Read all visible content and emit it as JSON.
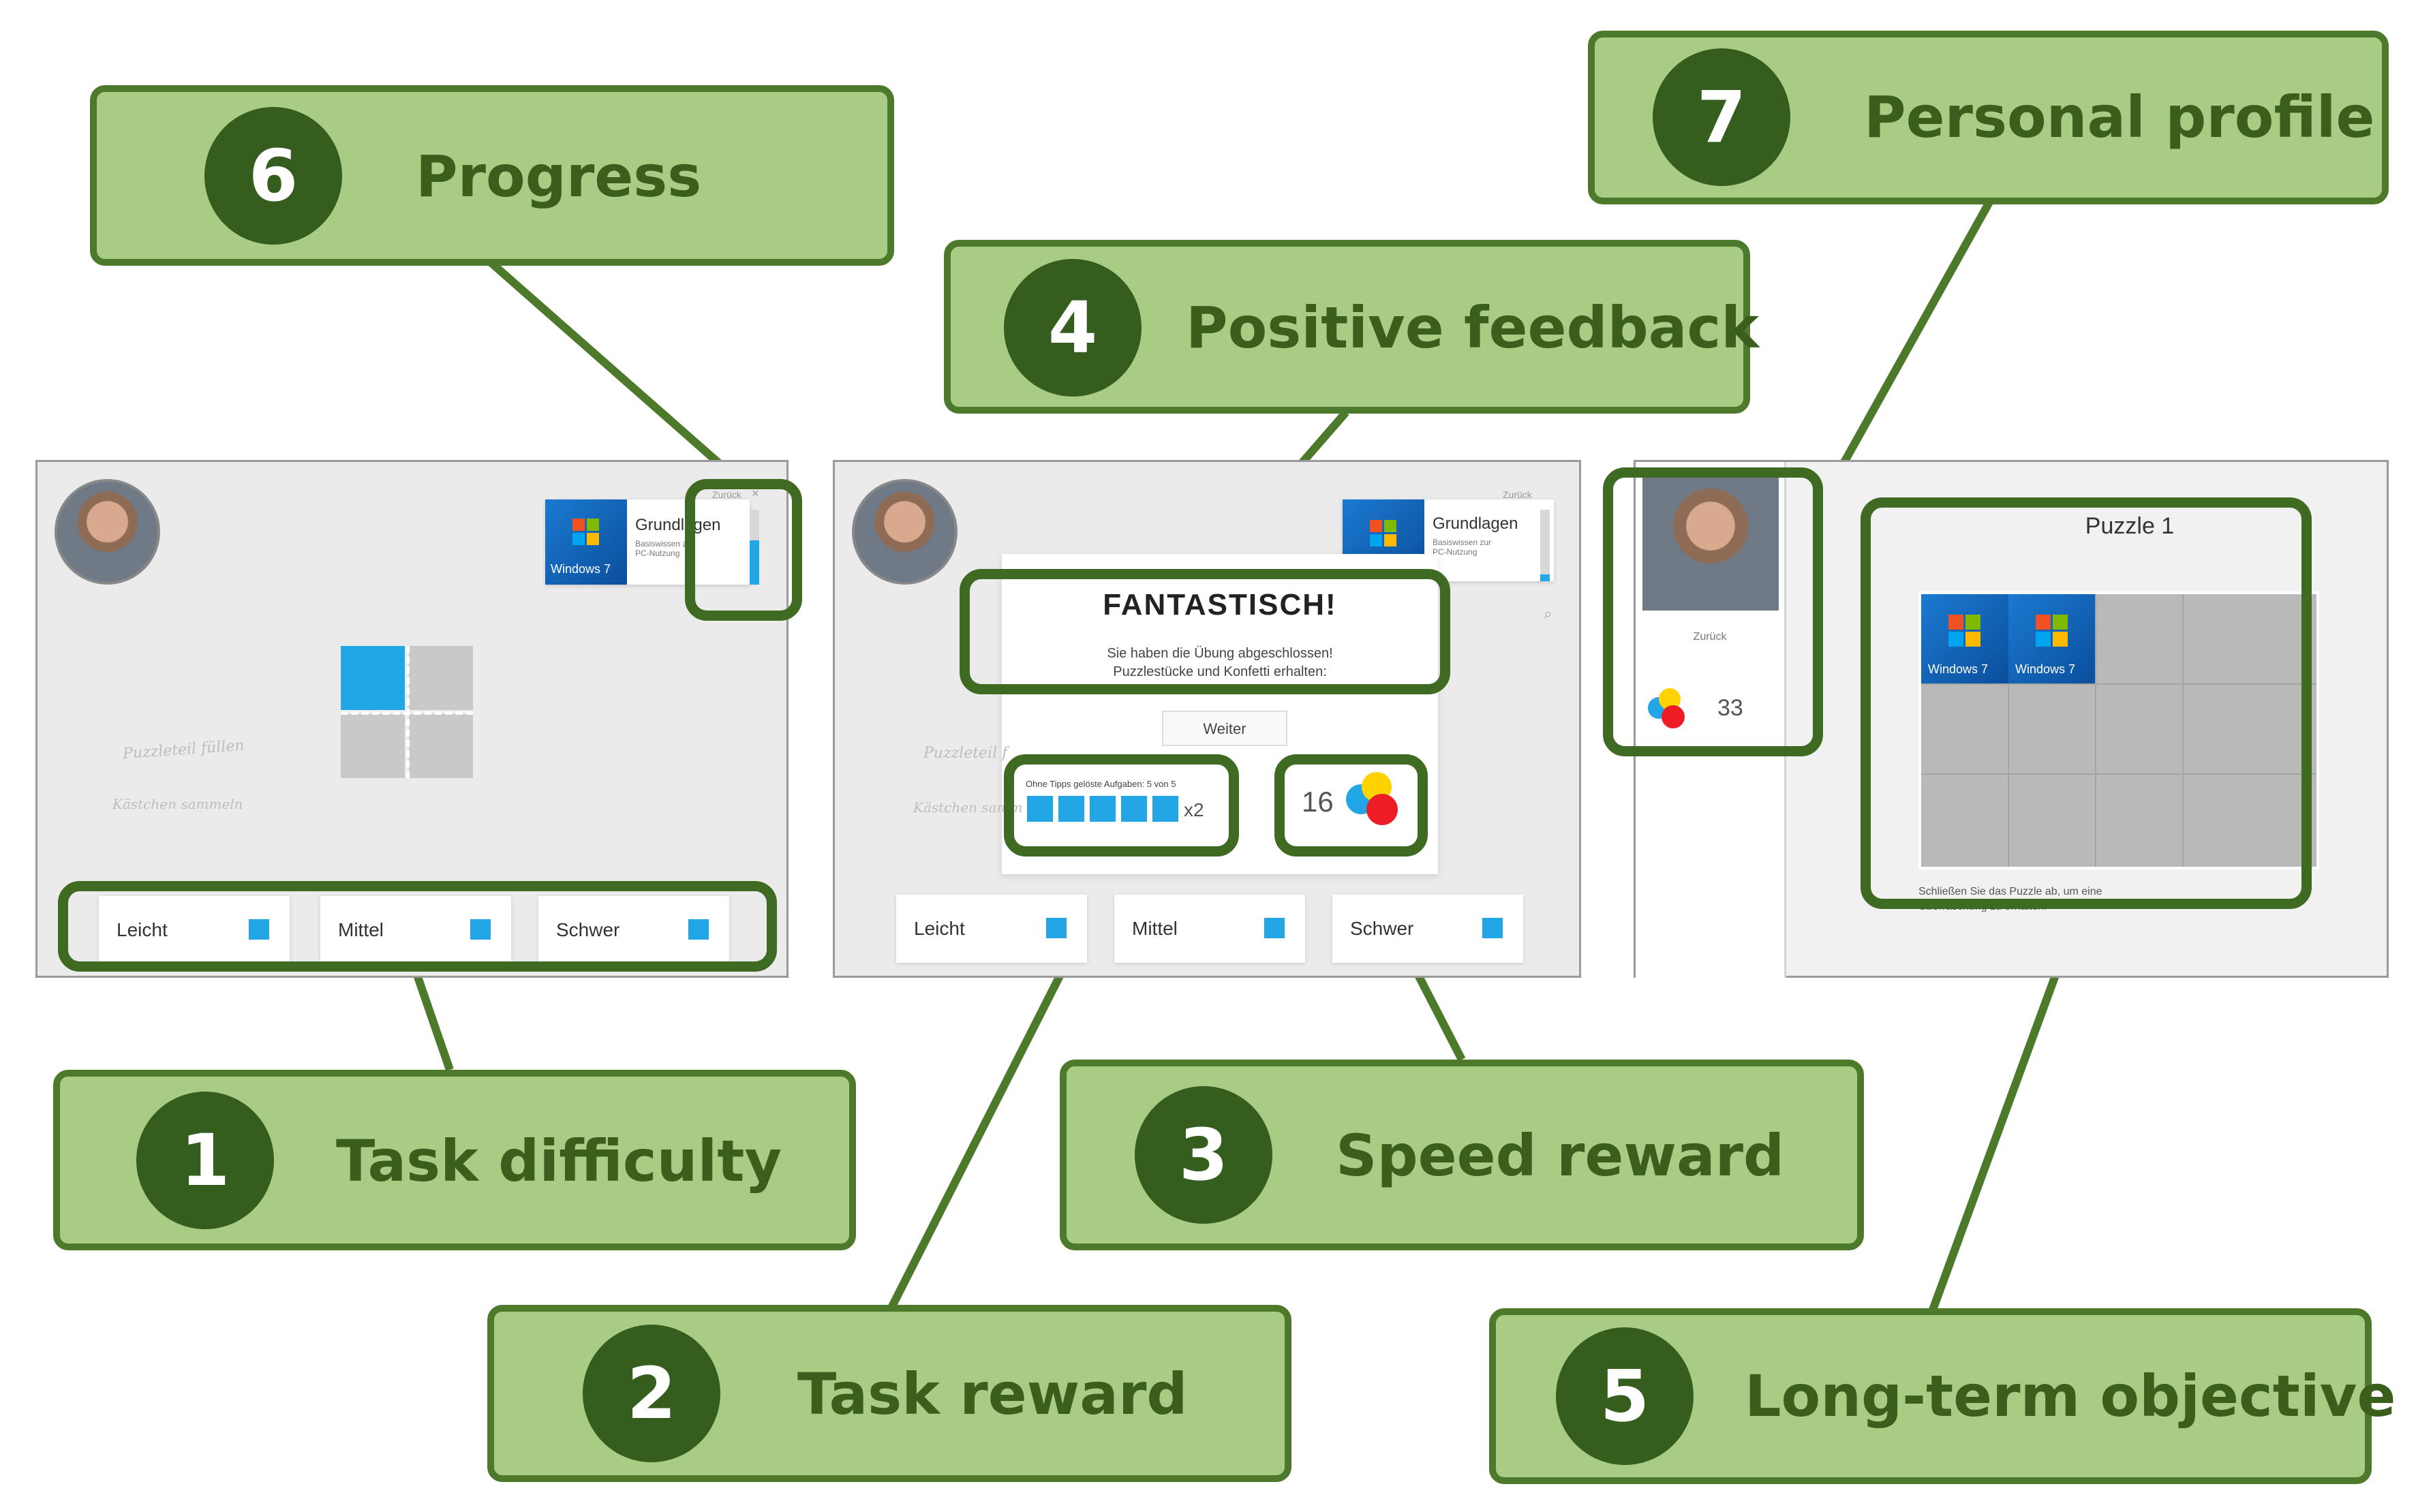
{
  "callouts": {
    "c1": {
      "num": "1",
      "label": "Task difficulty"
    },
    "c2": {
      "num": "2",
      "label": "Task reward"
    },
    "c3": {
      "num": "3",
      "label": "Speed reward"
    },
    "c4": {
      "num": "4",
      "label": "Positive feedback"
    },
    "c5": {
      "num": "5",
      "label": "Long-term objective"
    },
    "c6": {
      "num": "6",
      "label": "Progress"
    },
    "c7": {
      "num": "7",
      "label": "Personal profile"
    }
  },
  "colors": {
    "callout_fill": "#a9cc85",
    "callout_border": "#4c7a2a",
    "circle": "#355e1e",
    "accent_blue": "#22a6e6"
  },
  "panel1": {
    "back_label": "Zurück",
    "course_title": "Grundlagen",
    "course_subtitle": "Basiswissen zur PC-Nutzung",
    "logo_text": "Windows 7",
    "hint_fill": "Puzzleteil füllen",
    "hint_collect": "Kästchen sammeln",
    "difficulty": [
      "Leicht",
      "Mittel",
      "Schwer"
    ]
  },
  "panel2": {
    "back_label": "Zurück",
    "course_title": "Grundlagen",
    "course_subtitle": "Basiswissen zur PC-Nutzung",
    "feedback_title": "FANTASTISCH!",
    "feedback_line1": "Sie haben die Übung abgeschlossen!",
    "feedback_line2": "Puzzlestücke und Konfetti erhalten:",
    "continue_label": "Weiter",
    "task_reward_caption": "Ohne Tipps gelöste Aufgaben: 5 von 5",
    "task_reward_multiplier": "x2",
    "speed_reward_value": "16",
    "hint_fill": "Puzzleteil f",
    "hint_collect": "Kästchen samm",
    "difficulty": [
      "Leicht",
      "Mittel",
      "Schwer"
    ]
  },
  "panel3": {
    "back_label": "Zurück",
    "confetti_count": "33",
    "puzzle_title": "Puzzle 1",
    "logo_text": "Windows 7",
    "objective_text": "Schließen Sie das Puzzle ab, um eine Überraschung zu erhalten!"
  }
}
